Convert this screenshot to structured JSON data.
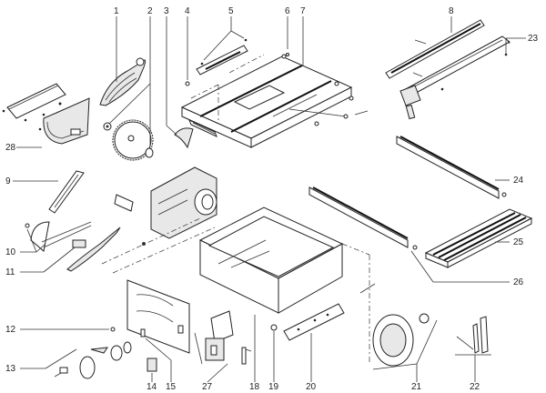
{
  "diagram": {
    "type": "exploded parts diagram",
    "subject": "table saw",
    "callouts": [
      {
        "id": "1",
        "label": "1"
      },
      {
        "id": "2",
        "label": "2"
      },
      {
        "id": "3",
        "label": "3"
      },
      {
        "id": "4",
        "label": "4"
      },
      {
        "id": "5",
        "label": "5"
      },
      {
        "id": "6",
        "label": "6"
      },
      {
        "id": "7",
        "label": "7"
      },
      {
        "id": "8",
        "label": "8"
      },
      {
        "id": "9",
        "label": "9"
      },
      {
        "id": "10",
        "label": "10"
      },
      {
        "id": "11",
        "label": "11"
      },
      {
        "id": "12",
        "label": "12"
      },
      {
        "id": "13",
        "label": "13"
      },
      {
        "id": "14",
        "label": "14"
      },
      {
        "id": "15",
        "label": "15"
      },
      {
        "id": "18",
        "label": "18"
      },
      {
        "id": "19",
        "label": "19"
      },
      {
        "id": "20",
        "label": "20"
      },
      {
        "id": "21",
        "label": "21"
      },
      {
        "id": "22",
        "label": "22"
      },
      {
        "id": "23",
        "label": "23"
      },
      {
        "id": "24",
        "label": "24"
      },
      {
        "id": "25",
        "label": "25"
      },
      {
        "id": "26",
        "label": "26"
      },
      {
        "id": "27",
        "label": "27"
      },
      {
        "id": "28",
        "label": "28"
      }
    ]
  }
}
